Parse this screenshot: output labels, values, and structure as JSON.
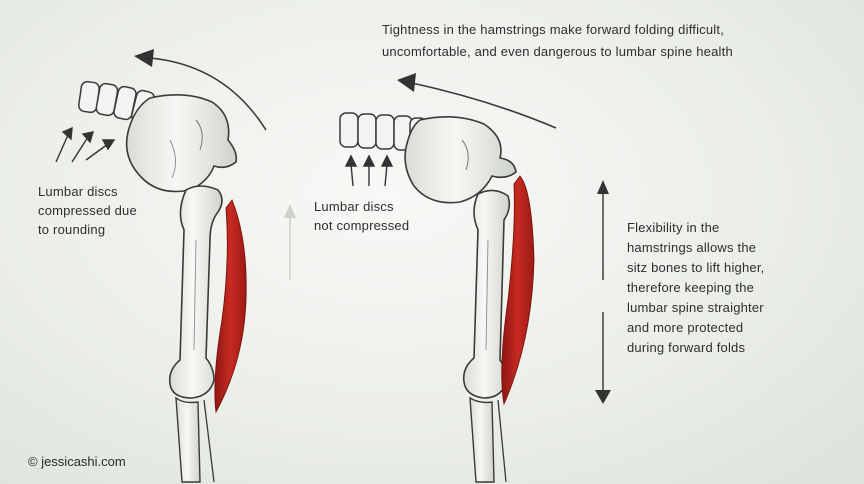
{
  "annotations": {
    "top_note": [
      "Tightness in the hamstrings make forward folding difficult,",
      "uncomfortable, and even dangerous to lumbar spine health"
    ],
    "left_note": [
      "Lumbar discs",
      "compressed due",
      "to rounding"
    ],
    "middle_note": [
      "Lumbar discs",
      "not compressed"
    ],
    "right_note": [
      "Flexibility in the",
      "hamstrings allows the",
      "sitz bones to lift higher,",
      "therefore keeping the",
      "lumbar spine straighter",
      "and more protected",
      "during forward folds"
    ]
  },
  "credit": "© jessicashi.com",
  "colors": {
    "background": "#ebeee9",
    "pencil": "#3a3a3a",
    "muscle": "#b8241e",
    "bone_fill": "#f4f5f2"
  }
}
